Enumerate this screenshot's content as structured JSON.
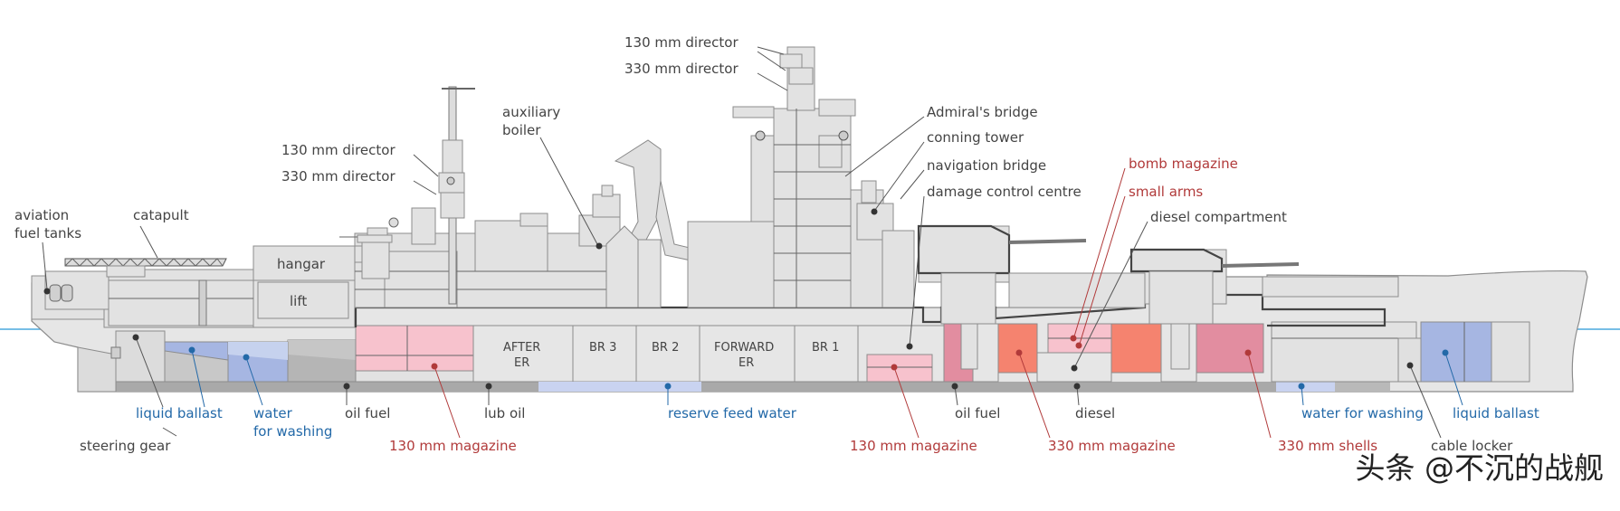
{
  "labels": {
    "director_130_top": "130 mm director",
    "director_330_top": "330 mm director",
    "director_130_mid": "130 mm director",
    "director_330_mid": "330 mm director",
    "aux_boiler_1": "auxiliary",
    "aux_boiler_2": "boiler",
    "aviation_1": "aviation",
    "aviation_2": "fuel tanks",
    "catapult": "catapult",
    "hangar": "hangar",
    "lift": "lift",
    "admirals_bridge": "Admiral's bridge",
    "conning_tower": "conning tower",
    "navigation_bridge": "navigation bridge",
    "damage_control": "damage control centre",
    "bomb_magazine": "bomb magazine",
    "small_arms": "small arms",
    "diesel_compartment": "diesel compartment",
    "after_er_1": "AFTER",
    "after_er_2": "ER",
    "br3": "BR 3",
    "br2": "BR 2",
    "forward_er_1": "FORWARD",
    "forward_er_2": "ER",
    "br1": "BR 1",
    "liquid_ballast_aft": "liquid ballast",
    "water_washing_aft_1": "water",
    "water_washing_aft_2": "for washing",
    "oil_fuel_aft": "oil fuel",
    "lub_oil": "lub oil",
    "reserve_feed_water": "reserve feed water",
    "oil_fuel_fwd": "oil fuel",
    "diesel": "diesel",
    "water_washing_fwd": "water for washing",
    "liquid_ballast_fwd": "liquid ballast",
    "steering_gear": "steering gear",
    "magazine_130_aft": "130 mm magazine",
    "magazine_130_fwd": "130 mm magazine",
    "magazine_330": "330 mm magazine",
    "shells_330": "330 mm shells",
    "cable_locker": "cable locker"
  },
  "watermark": "头条 @不沉的战舰",
  "colors": {
    "text_dark": "#444444",
    "text_red": "#b13a3a",
    "text_blue": "#2369a8",
    "magazine_light": "#f7c2cd",
    "magazine_mid": "#e28da0",
    "magazine_strong": "#f5836f",
    "water_blue": "#a6b6e2",
    "water_pale": "#c6d2ee",
    "hull_grey": "#e6e6e6",
    "bottom_grey": "#a9a9a9",
    "waterline": "#4aa8dd"
  }
}
